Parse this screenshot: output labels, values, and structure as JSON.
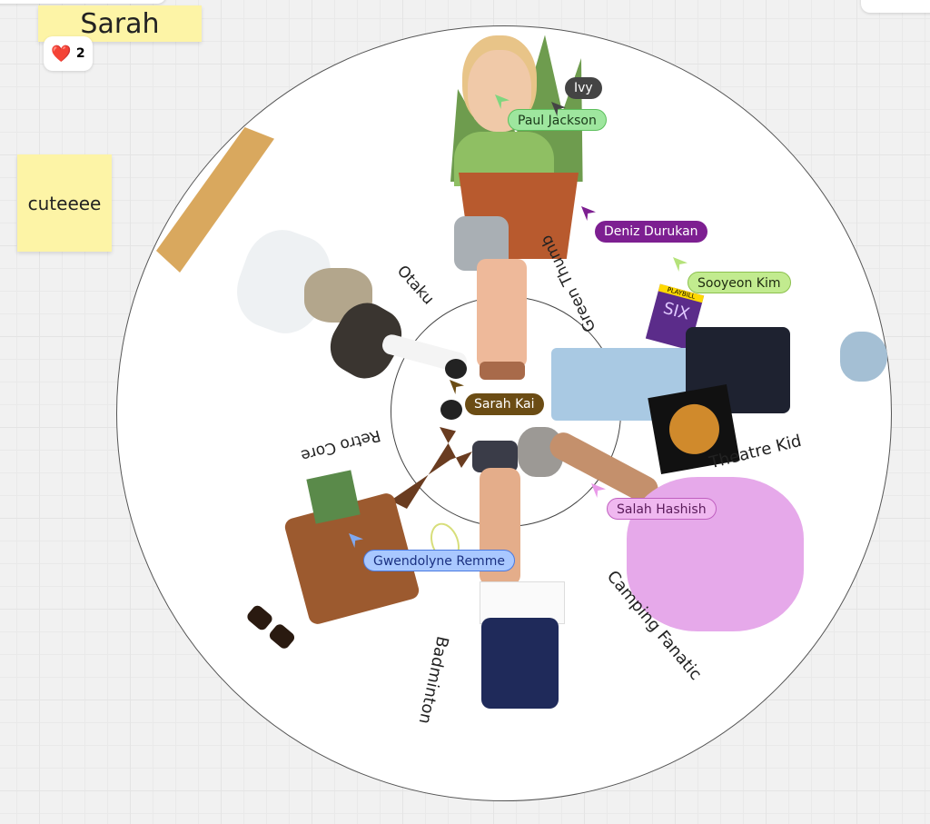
{
  "board": {
    "top_sticky_text": "Sarah",
    "reaction": {
      "emoji": "❤️",
      "count": "2"
    },
    "side_sticky_text": "cuteeee"
  },
  "wheel": {
    "categories": [
      "Otaku",
      "Green Thumb",
      "Theatre Kid",
      "Camping Fanatic",
      "Badminton",
      "Retro Core"
    ]
  },
  "cursors": [
    {
      "name": "Paul Jackson",
      "color": "#9ee69e"
    },
    {
      "name": "Ivy",
      "color": "#444444"
    },
    {
      "name": "Deniz Durukan",
      "color": "#7d1f91"
    },
    {
      "name": "Sooyeon Kim",
      "color": "#c2eb8f"
    },
    {
      "name": "Sarah Kai",
      "color": "#6b4c14"
    },
    {
      "name": "Salah Hashish",
      "color": "#f0b8f0"
    },
    {
      "name": "Gwendolyne Remme",
      "color": "#a9c8ff"
    }
  ],
  "clipart": {
    "playbill_text": "PLAYBILL",
    "show_text": "SIX"
  }
}
